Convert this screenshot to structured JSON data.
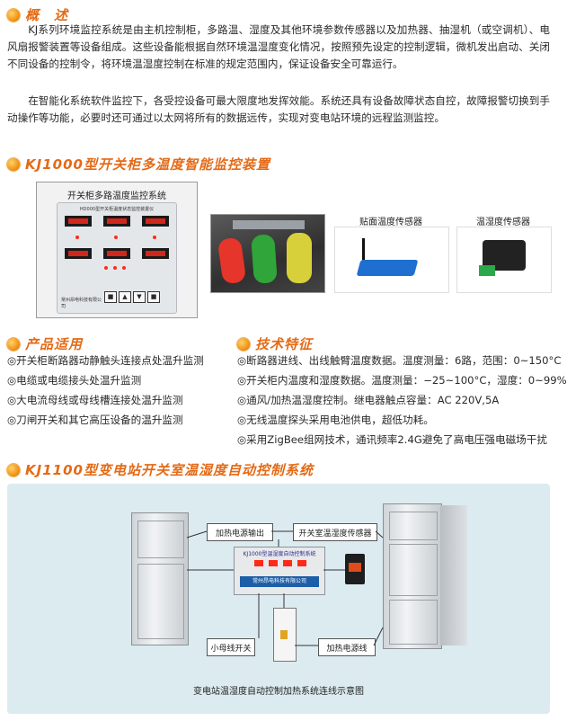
{
  "overview": {
    "heading": "概　述",
    "paragraph1": "KJ系列环境监控系统是由主机控制柜，多路温、湿度及其他环境参数传感器以及加热器、抽湿机（或空调机）、电风扇报警装置等设备组成。这些设备能根据自然环境温湿度变化情况，按照预先设定的控制逻辑，微机发出启动、关闭不同设备的控制令，将环境温湿度控制在标准的规定范围内，保证设备安全可靠运行。",
    "paragraph2": "在智能化系统软件监控下，各受控设备可最大限度地发挥效能。系统还具有设备故障状态自控，故障报警切换到手动操作等功能，必要时还可通过以太网将所有的数据远传，实现对变电站环境的远程监测监控。"
  },
  "kj1000": {
    "heading": "KJ1000型开关柜多温度智能监控装置",
    "device_title": "开关柜多路温度监控系统",
    "panel_header": "HD000型开关柜温度状态监控装置仪",
    "panel_footer": "常州昂电科技有限公司",
    "sensor1_label": "贴面温度传感器",
    "sensor2_label": "温湿度传感器"
  },
  "applications": {
    "heading": "产品适用",
    "items": [
      "◎开关柜断路器动静触头连接点处温升监测",
      "◎电缆或电缆接头处温升监测",
      "◎大电流母线或母线槽连接处温升监测",
      "◎刀闸开关和其它高压设备的温升监测"
    ]
  },
  "features": {
    "heading": "技术特征",
    "items": [
      "◎断路器进线、出线触臂温度数据。温度测量：6路，范围：0~150°C",
      "◎开关柜内温度和湿度数据。温度测量：−25~100°C，湿度：0~99%",
      "◎通风/加热温湿度控制。继电器触点容量：AC 220V,5A",
      "◎无线温度探头采用电池供电，超低功耗。",
      "◎采用ZigBee组网技术，通讯频率2.4G避免了高电压强电磁场干扰"
    ]
  },
  "kj1100": {
    "heading": "KJ1100型变电站开关室温湿度自动控制系统",
    "box_heating_output": "加热电源输出",
    "box_sensor": "开关室温湿度传感器",
    "controller_title": "KJ1000型温湿度自动控制系统",
    "controller_footer": "常州昂电科技有限公司",
    "box_small_bus": "小母线开关",
    "box_heating_line": "加热电源线",
    "caption": "变电站温湿度自动控制加热系统连线示意图"
  },
  "colors": {
    "accent": "#e46a16",
    "led_red": "#ff2a1a",
    "diagram_bg": "#dcebf0"
  }
}
